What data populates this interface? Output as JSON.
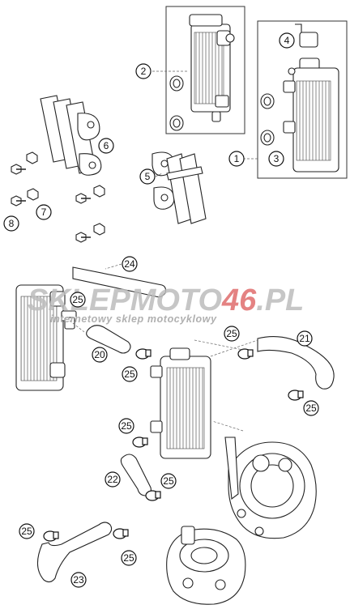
{
  "watermark": {
    "brand_part1": "SKLEP",
    "brand_part2": "MOTO",
    "brand_part3": "46",
    "brand_part4": ".PL",
    "tagline": "internetowy sklep motocyklowy",
    "accent_color": "#e06d6d"
  },
  "callouts": {
    "c1": "1",
    "c2": "2",
    "c3": "3",
    "c4": "4",
    "c5": "5",
    "c6": "6",
    "c7": "7",
    "c8": "8",
    "c20": "20",
    "c21": "21",
    "c22": "22",
    "c23": "23",
    "c24": "24",
    "c25": "25"
  }
}
